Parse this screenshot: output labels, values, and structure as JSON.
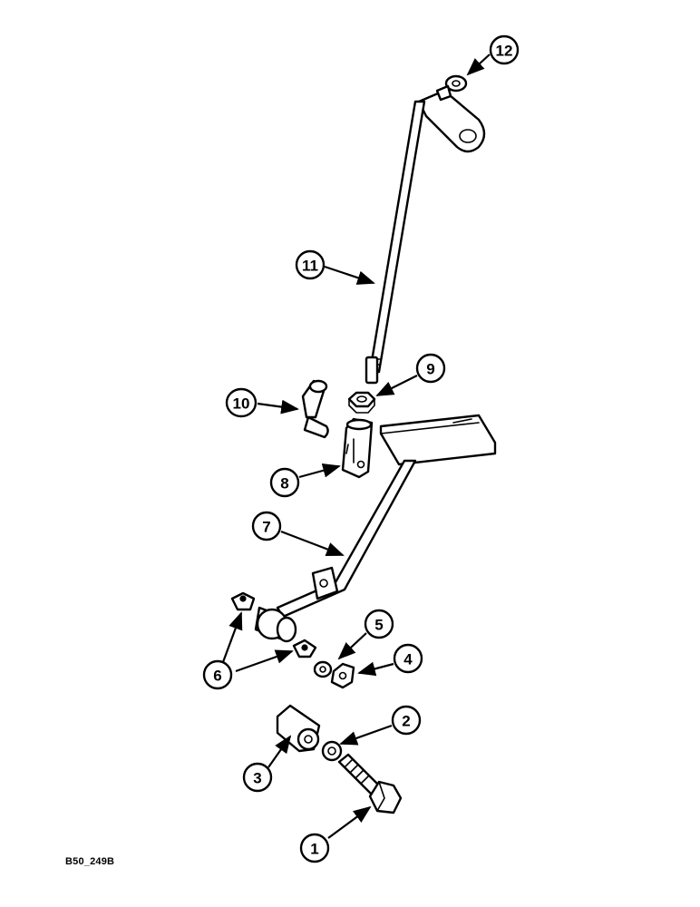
{
  "figure": {
    "code": "B50_249B"
  },
  "callouts": [
    {
      "id": "callout-1",
      "label": "1"
    },
    {
      "id": "callout-2",
      "label": "2"
    },
    {
      "id": "callout-3",
      "label": "3"
    },
    {
      "id": "callout-4",
      "label": "4"
    },
    {
      "id": "callout-5",
      "label": "5"
    },
    {
      "id": "callout-6",
      "label": "6"
    },
    {
      "id": "callout-7",
      "label": "7"
    },
    {
      "id": "callout-8",
      "label": "8"
    },
    {
      "id": "callout-9",
      "label": "9"
    },
    {
      "id": "callout-10",
      "label": "10"
    },
    {
      "id": "callout-11",
      "label": "11"
    },
    {
      "id": "callout-12",
      "label": "12"
    }
  ]
}
